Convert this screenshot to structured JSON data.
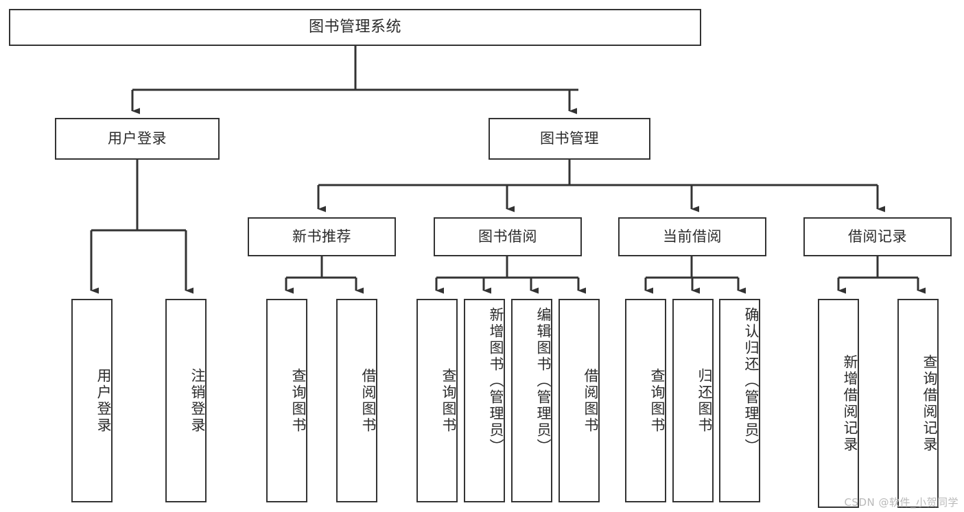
{
  "diagram": {
    "title": "图书管理系统",
    "type": "tree-hierarchy",
    "watermark": "CSDN @软件_小贺同学",
    "colors": {
      "stroke": "#333333",
      "fill": "#ffffff",
      "text": "#2b2b2b",
      "watermark": "#b9b9b9"
    },
    "nodes": {
      "root": {
        "label": "图书管理系统"
      },
      "level2": [
        {
          "label": "用户登录"
        },
        {
          "label": "图书管理"
        }
      ],
      "level3": [
        {
          "label": "新书推荐"
        },
        {
          "label": "图书借阅"
        },
        {
          "label": "当前借阅"
        },
        {
          "label": "借阅记录"
        }
      ],
      "leaves": {
        "user_login": [
          {
            "label": "用户登录"
          },
          {
            "label": "注销登录"
          }
        ],
        "new_book_recommend": [
          {
            "label": "查询图书"
          },
          {
            "label": "借阅图书"
          }
        ],
        "book_borrow": [
          {
            "label": "查询图书"
          },
          {
            "label": "新增图书（管理员）"
          },
          {
            "label": "编辑图书（管理员）"
          },
          {
            "label": "借阅图书"
          }
        ],
        "current_borrow": [
          {
            "label": "查询图书"
          },
          {
            "label": "归还图书"
          },
          {
            "label": "确认归还（管理员）"
          }
        ],
        "borrow_record": [
          {
            "label": "新增借阅记录"
          },
          {
            "label": "查询借阅记录"
          }
        ]
      }
    }
  }
}
